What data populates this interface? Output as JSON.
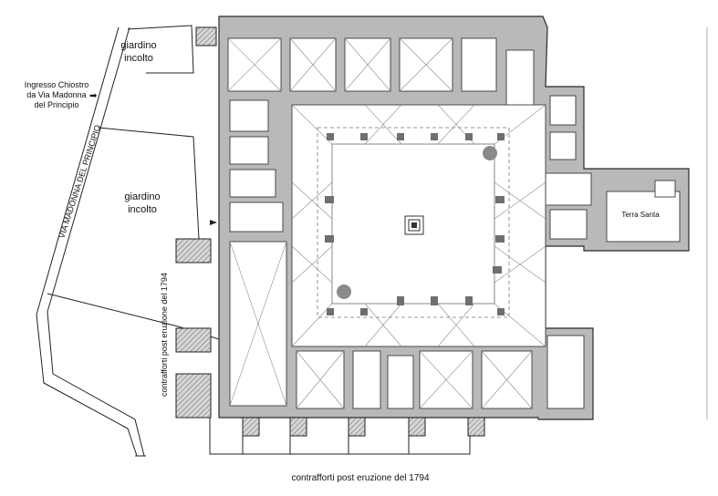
{
  "labels": {
    "giardino_top": [
      "giardino",
      "incolto"
    ],
    "entrance": [
      "Ingresso Chiostro",
      "da Via Madonna",
      "del Principio"
    ],
    "street": "VIA MADONNA DEL PRINCIPIO",
    "giardino_mid": [
      "giardino",
      "incolto"
    ],
    "contrafforti_vertical": "contrafforti post eruzione del 1794",
    "contrafforti_bottom": "contrafforti post eruzione del 1794",
    "terra_santa": "Terra Santa"
  },
  "arrows": {
    "entrance_arrow": "➡"
  },
  "colors": {
    "wall": "#b9b9b9",
    "pier": "#6f6f6f",
    "marker": "#8a8a8a",
    "background": "#ffffff"
  }
}
